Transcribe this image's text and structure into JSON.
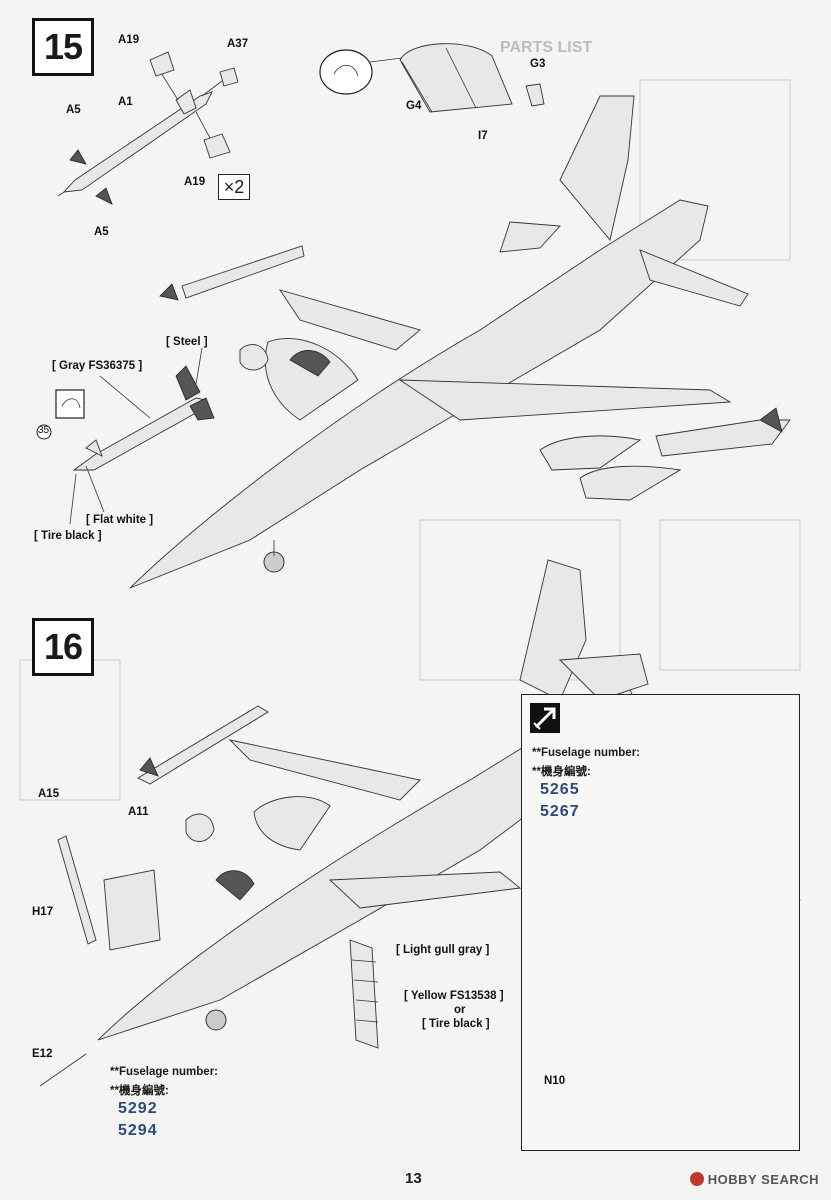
{
  "page": {
    "number": "13"
  },
  "watermark": {
    "text": "HOBBY SEARCH",
    "logo": "hobby-search-logo"
  },
  "step15": {
    "number": "15",
    "multiplier": "×2",
    "parts": [
      "A19",
      "A37",
      "A5",
      "A1",
      "A19",
      "A5",
      "G3",
      "G4",
      "I7"
    ],
    "callout_number": "35",
    "paints": [
      "Steel",
      "Gray FS36375",
      "Flat white",
      "Tire black"
    ]
  },
  "step16": {
    "number": "16",
    "parts": [
      "A15",
      "A11",
      "H17",
      "E12"
    ],
    "paints": [
      "Light gull gray",
      "Yellow FS13538",
      "Tire black"
    ],
    "paint_or": "or",
    "note_en": "**Fuselage number:",
    "note_zh": "**機身編號:",
    "fuselage_numbers": [
      "5292",
      "5294"
    ]
  },
  "inset": {
    "icon": "diagonal-arrow-icon",
    "note_en": "**Fuselage number:",
    "note_zh": "**機身編號:",
    "fuselage_numbers": [
      "5265",
      "5267"
    ],
    "part": "N10"
  },
  "colors": {
    "ink": "#1a1a1a",
    "fuselage_number": "#2b4a7a",
    "paper": "#f4f4f2"
  }
}
